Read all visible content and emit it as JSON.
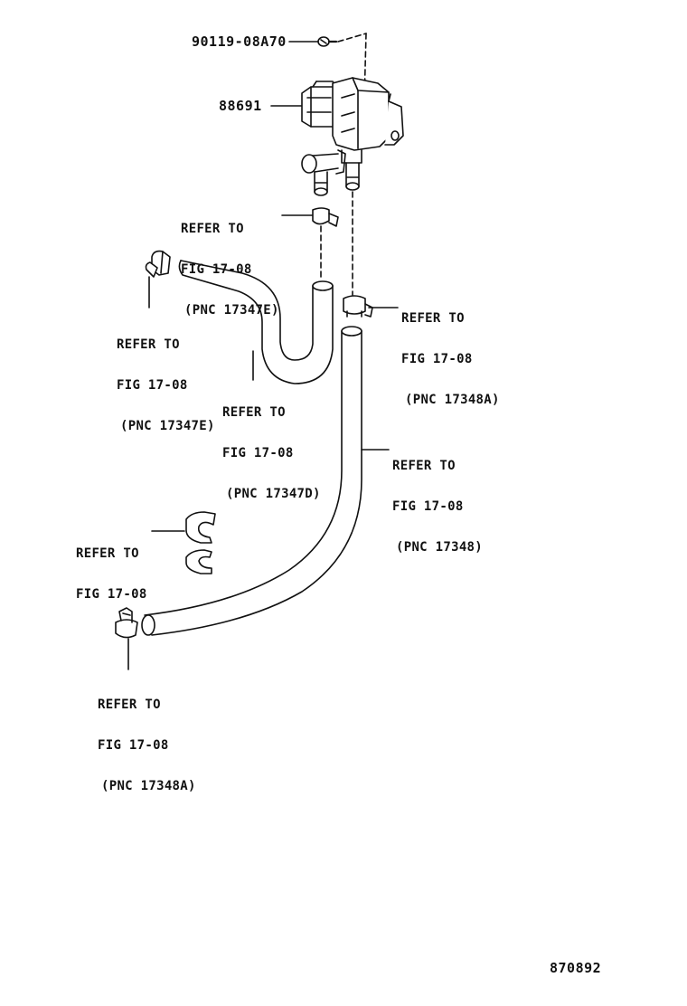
{
  "part_numbers": {
    "bolt": "90119-08A70",
    "vsv": "88691"
  },
  "figure_number": "870892",
  "refs": {
    "hose_upper_clamp": [
      "REFER TO",
      "FIG 17-08",
      "(PNC 17347E)"
    ],
    "left_clip": [
      "REFER TO",
      "FIG 17-08",
      "(PNC 17347E)"
    ],
    "u_hose": [
      "REFER TO",
      "FIG 17-08",
      "(PNC 17347D)"
    ],
    "right_clip": [
      "REFER TO",
      "FIG 17-08",
      "(PNC 17348A)"
    ],
    "long_hose": [
      "REFER TO",
      "FIG 17-08",
      "(PNC 17348)"
    ],
    "clamp_pair": [
      "REFER TO",
      "FIG 17-08"
    ],
    "bottom_clip": [
      "REFER TO",
      "FIG 17-08",
      "(PNC 17348A)"
    ]
  },
  "colors": {
    "line": "#111111",
    "background": "#ffffff"
  }
}
